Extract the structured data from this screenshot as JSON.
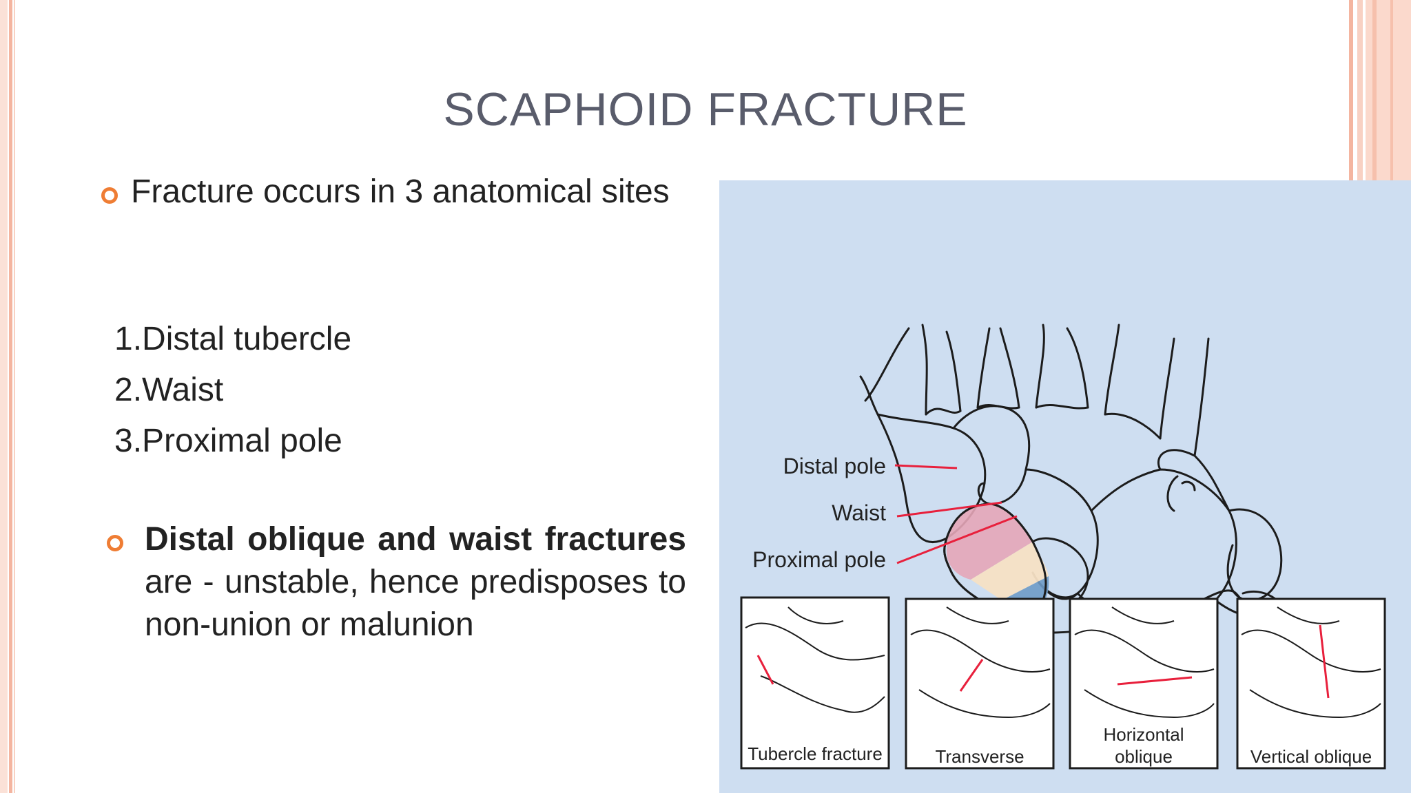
{
  "title": "SCAPHOID FRACTURE",
  "bullet1": {
    "text": "Fracture occurs in 3 anatomical sites"
  },
  "sites": [
    "1.Distal tubercle",
    "2.Waist",
    "3.Proximal pole"
  ],
  "bullet2": {
    "bold": "Distal oblique and waist fractures",
    "rest": " are - unstable, hence predisposes to non-union or malunion"
  },
  "figure": {
    "labels": {
      "distal_pole": "Distal pole",
      "waist": "Waist",
      "proximal_pole": "Proximal pole"
    },
    "panels": [
      {
        "caption_line1": "Tubercle fracture",
        "caption_line2": ""
      },
      {
        "caption_line1": "Transverse",
        "caption_line2": ""
      },
      {
        "caption_line1": "Horizontal",
        "caption_line2": "oblique"
      },
      {
        "caption_line1": "Vertical oblique",
        "caption_line2": ""
      }
    ]
  },
  "colors": {
    "accent": "#ef7d34",
    "title": "#595c6b",
    "figure_bg": "#cedef1",
    "fracture_line": "#e8203c",
    "distal_zone": "#e6a6b8",
    "waist_zone": "#f6e0c4",
    "proximal_zone": "#6f9bc6"
  }
}
